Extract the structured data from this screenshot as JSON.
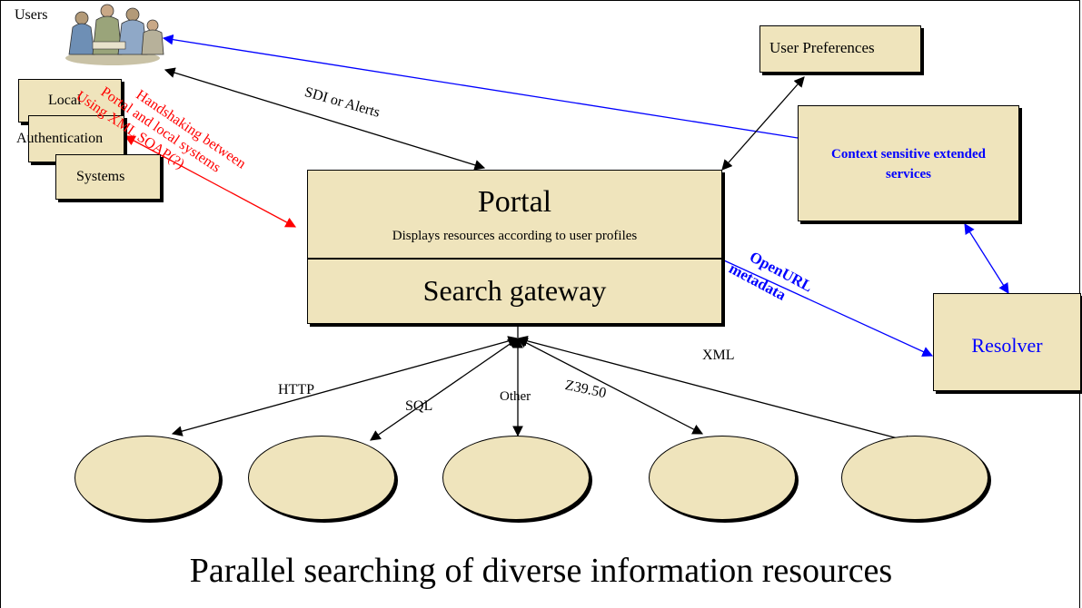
{
  "users": {
    "label": "Users"
  },
  "local_systems": {
    "local": "Local",
    "authentication": "Authentication",
    "systems": "Systems"
  },
  "handshake_note": {
    "line1": "Handshaking between",
    "line2": "Portal and local systems",
    "line3": "Using XML SOAP(?)"
  },
  "sdi_label": "SDI or Alerts",
  "user_preferences": "User Preferences",
  "context_services": {
    "line1": "Context sensitive extended",
    "line2": "services"
  },
  "portal": {
    "title": "Portal",
    "subtitle": "Displays resources according to user profiles",
    "gateway": "Search gateway"
  },
  "openurl": {
    "line1": "OpenURL",
    "line2": "metadata"
  },
  "resolver": "Resolver",
  "protocols": {
    "http": "HTTP",
    "sql": "SQL",
    "other": "Other",
    "z3950": "Z39.50",
    "xml": "XML"
  },
  "caption": "Parallel searching of diverse information resources",
  "colors": {
    "box_fill": "#efe4bc",
    "red": "#ff0000",
    "blue": "#0000ff"
  }
}
